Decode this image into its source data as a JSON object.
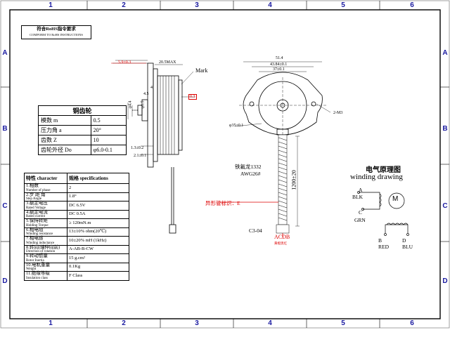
{
  "frame": {
    "columns": [
      "1",
      "2",
      "3",
      "4",
      "5",
      "6"
    ],
    "rows": [
      "A",
      "B",
      "C",
      "D"
    ]
  },
  "compliance": {
    "cn": "符合RoHS指令要求",
    "en": "COMPORM TO RoHS INSTRUCTIONS"
  },
  "side_view": {
    "dims": {
      "offset": "5.9±0.3",
      "body": "20.5MAX",
      "bore_v": "4.5",
      "phi_top": "φ4.4",
      "phi_shaft": "φ1.5",
      "h4": "4",
      "flange": "1.3±0.2",
      "shaft_len": "2.1±0.1",
      "tol": "0.3"
    },
    "mark_label": "Mark"
  },
  "front_view": {
    "dims": {
      "d1": "51.4",
      "d2": "43.84±0.1",
      "d3": "37±0.1",
      "hole": "2-M3",
      "dia": "φ35±0.1",
      "length": "1200±20"
    },
    "wire_cn": "铁氟龙1332",
    "wire_awg": "AWG26#",
    "tube_label": "异形管标识：E",
    "conn": "C3-04",
    "order": "ACDB",
    "order_sub": "黄橙黑红"
  },
  "gear_table": {
    "title": "铜齿轮",
    "rows": [
      {
        "k": "模数 m",
        "v": "0.5"
      },
      {
        "k": "压力角 a",
        "v": "20°"
      },
      {
        "k": "齿数 Z",
        "v": "10"
      },
      {
        "k": "齿轮外径 Do",
        "v": "φ6.0-0.1"
      }
    ]
  },
  "spec_table": {
    "header": {
      "k_cn": "特性",
      "k_en": "character",
      "v_cn": "规格",
      "v_en": "specifications"
    },
    "rows": [
      {
        "cn": "1.相数",
        "en": "Number of phase",
        "v": "2"
      },
      {
        "cn": "2.步 距 角",
        "en": "Step Angle",
        "v": "1.8°"
      },
      {
        "cn": "3.额定电压",
        "en": "Rated Voltage",
        "v": "DC 6.5V"
      },
      {
        "cn": "4.额定电流",
        "en": "Rated current",
        "v": "DC 0.5A"
      },
      {
        "cn": "5.保持转矩",
        "en": "Holding Torque",
        "v": "≥ 120mN.m"
      },
      {
        "cn": "6.相电阻",
        "en": "Winding resistance",
        "v": "13±10% ohm(20℃)"
      },
      {
        "cn": "7.相电感",
        "en": "Winding inductance",
        "v": "10±20% mH (1kHz)"
      },
      {
        "cn": "8.转向(轴伸向前)",
        "en": "Direction of rotation",
        "v": "A-AB-B-CW"
      },
      {
        "cn": "9.转动惯量",
        "en": "Rotor Inertia",
        "v": "15 g.cm²"
      },
      {
        "cn": "10.电机重量",
        "en": "Weight",
        "v": "0.1Kg"
      },
      {
        "cn": "11.绝缘等级",
        "en": "Insulation class",
        "v": "F Class"
      }
    ]
  },
  "winding": {
    "title_cn": "电气原理图",
    "title_en": "winding drawing",
    "motor": "M",
    "pins": [
      {
        "id": "A",
        "color": "BLK"
      },
      {
        "id": "C",
        "color": "GRN"
      },
      {
        "id": "B",
        "color": "RED"
      },
      {
        "id": "D",
        "color": "BLU"
      }
    ]
  }
}
